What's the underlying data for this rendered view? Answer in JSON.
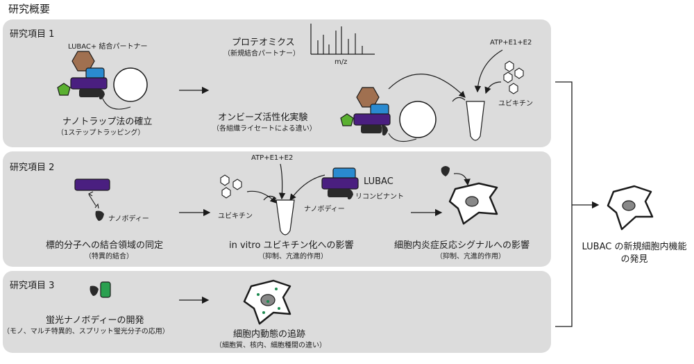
{
  "title": "研究概要",
  "item1": {
    "label": "研究項目 1",
    "lubac_partner": "LUBAC+ 結合パートナー",
    "nanotrap_title": "ナノトラップ法の確立",
    "nanotrap_sub": "（1ステップトラッピング）",
    "proteomics_title": "プロテオミクス",
    "proteomics_sub": "（新規結合パートナー）",
    "mz_label": "m/z",
    "onbeads_title": "オンビーズ活性化実験",
    "onbeads_sub": "（各組織ライセートによる違い）",
    "atp_label": "ATP+E1+E2",
    "ubiquitin_label": "ユビキチン"
  },
  "item2": {
    "label": "研究項目 2",
    "nanobody_label": "ナノボディー",
    "binding_title": "標的分子への結合領域の同定",
    "binding_sub": "（特異的結合）",
    "atp_label": "ATP+E1+E2",
    "ubiquitin_label": "ユビキチン",
    "lubac_label": "LUBAC",
    "recombinant_label": "リコンビナント",
    "nanobody_label2": "ナノボディー",
    "invitro_title": "in vitro ユビキチン化への影響",
    "invitro_sub": "（抑制、亢進的作用）",
    "signal_title": "細胞内炎症反応シグナルへの影響",
    "signal_sub": "（抑制、亢進的作用）"
  },
  "item3": {
    "label": "研究項目 3",
    "fluor_title": "蛍光ナノボディーの開発",
    "fluor_sub": "（モノ、マルチ特異的、スプリット蛍光分子の応用）",
    "tracking_title": "細胞内動態の追跡",
    "tracking_sub": "（細胞質、核内、細胞種間の違い）"
  },
  "outcome": {
    "line1": "LUBAC の新規細胞内機能",
    "line2": "の発見"
  },
  "colors": {
    "panel": "#dcdcdc",
    "brown": "#a07050",
    "blue": "#2a8ad0",
    "purple": "#4a1f80",
    "green": "#5ab030",
    "dark": "#2a2a2a",
    "nuclei_green": "#1d8a50",
    "fluor_green": "#2aa050"
  }
}
